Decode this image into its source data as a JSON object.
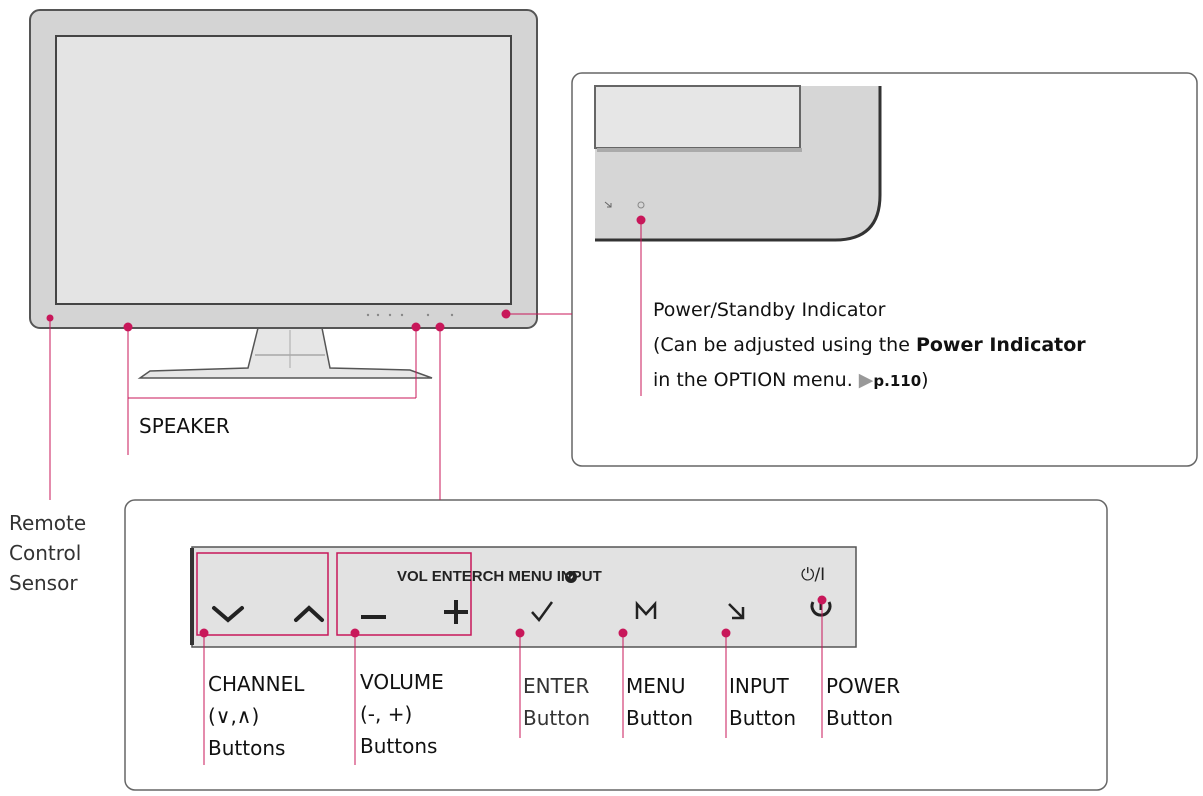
{
  "colors": {
    "callout": "#c8175a",
    "bezel": "#d4d4d4",
    "screen": "#e4e4e4",
    "outline": "#444444"
  },
  "labels": {
    "speaker": "SPEAKER",
    "remote_sensor": [
      "Remote",
      "Control",
      "Sensor"
    ],
    "power_indicator": {
      "title": "Power/Standby Indicator",
      "line2_pre": "(Can be adjusted using the ",
      "line2_bold": "Power Indicator",
      "line3_pre": "in the OPTION menu. ",
      "line3_ref": "p.110",
      "line3_post": ")"
    },
    "channel": [
      "CHANNEL",
      "(∨,∧)",
      "Buttons"
    ],
    "volume": [
      "VOLUME",
      "(-, +)",
      "Buttons"
    ],
    "enter": [
      "ENTER",
      "Button"
    ],
    "menu": [
      "MENU",
      "Button"
    ],
    "input": [
      "INPUT",
      "Button"
    ],
    "power": [
      "POWER",
      "Button"
    ]
  },
  "panel": {
    "caption": "VOL ENTERCH MENU INPUT",
    "power_caption": "⏻/I",
    "icons": [
      "chevron-down-icon",
      "chevron-up-icon",
      "minus-icon",
      "plus-icon",
      "check-icon",
      "m-icon",
      "input-arrow-icon",
      "power-icon"
    ]
  }
}
